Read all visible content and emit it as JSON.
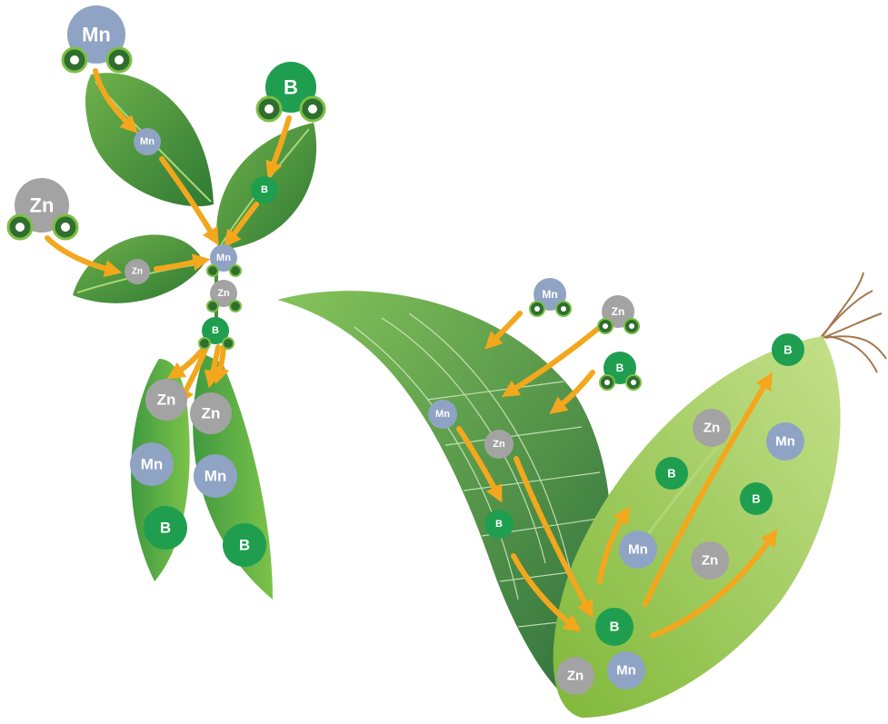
{
  "elements": {
    "mn": "Mn",
    "zn": "Zn",
    "b": "B"
  },
  "colors": {
    "mn": "#8fa3c4",
    "zn": "#a3a3a3",
    "b": "#1f9e4f",
    "arrow": "#f3a71d",
    "leaf_dark": "#3f8a3c",
    "leaf_light": "#7cbf45",
    "cob": "#9ccc4a",
    "silk": "#a5774c"
  }
}
